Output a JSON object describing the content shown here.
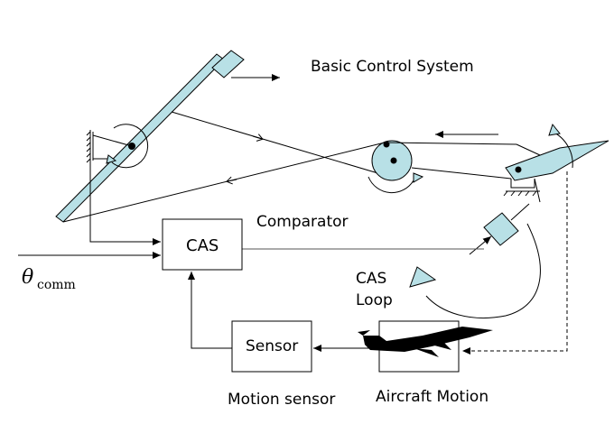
{
  "title": "Basic Control System",
  "labels": {
    "comparator": "Comparator",
    "cas": "CAS",
    "sensor": "Sensor",
    "motion_sensor": "Motion sensor",
    "aircraft_motion": "Aircraft Motion",
    "cas_loop_line1": "CAS",
    "cas_loop_line2": "Loop",
    "theta_symbol": "θ",
    "theta_subscript": "comm"
  },
  "colors": {
    "component_fill": "#b8e0e6",
    "line": "#000000"
  }
}
